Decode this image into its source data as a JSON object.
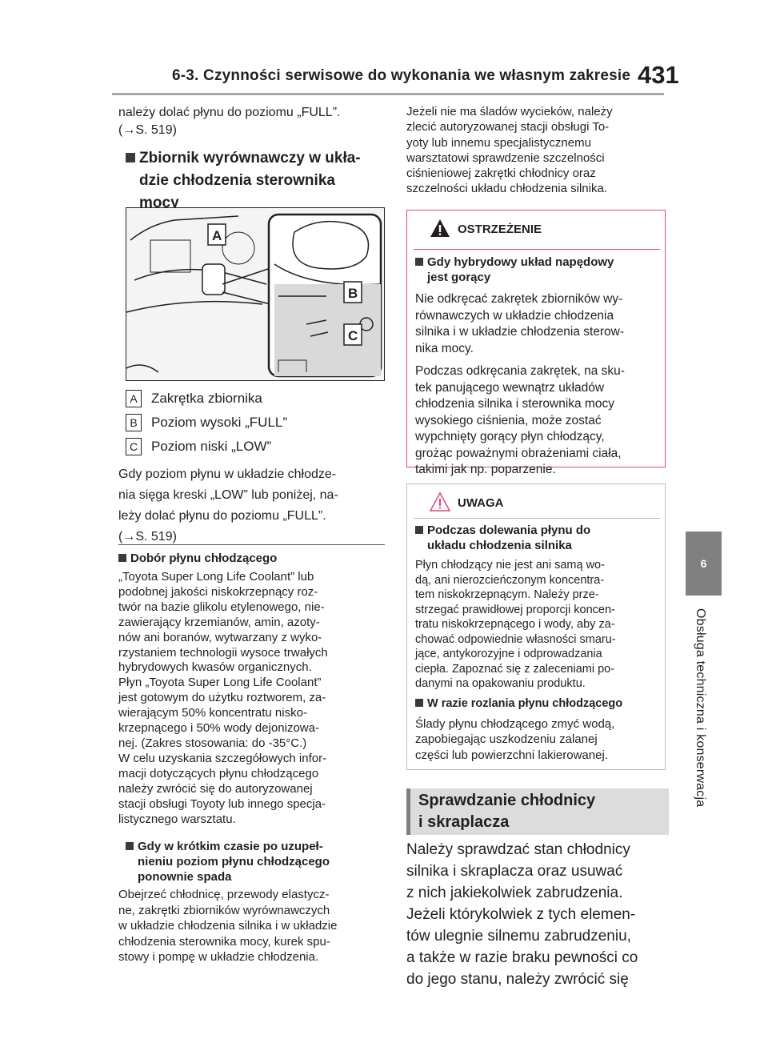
{
  "header": {
    "title": "6-3. Czynności serwisowe do wykonania we własnym zakresie",
    "page_number": "431"
  },
  "sidebar": {
    "tab_number": "6",
    "section": "Obsługa techniczna i konserwacja"
  },
  "left": {
    "intro_line1": "należy dolać płynu do poziomu „FULL”.",
    "intro_line2": "(→S. 519)",
    "section_title_l1": "Zbiornik wyrównawczy w ukła-",
    "section_title_l2": "dzie chłodzenia sterownika",
    "section_title_l3": "mocy",
    "legend": [
      {
        "label": "A",
        "text": "Zakrętka zbiornika"
      },
      {
        "label": "B",
        "text": "Poziom wysoki „FULL”"
      },
      {
        "label": "C",
        "text": "Poziom niski „LOW”"
      }
    ],
    "info_l1": "Gdy poziom płynu w układzie chłodze-",
    "info_l2": "nia sięga kreski „LOW” lub poniżej, na-",
    "info_l3": "leży dolać płynu do poziomu „FULL”.",
    "info_l4": "(→S. 519)",
    "coolant_title": "Dobór płynu chłodzącego",
    "coolant_lines": [
      "„Toyota Super Long Life Coolant” lub",
      "podobnej jakości niskokrzepnący roz-",
      "twór na bazie glikolu etylenowego, nie-",
      "zawierający krzemianów, amin, azoty-",
      "nów ani boranów, wytwarzany z wyko-",
      "rzystaniem technologii wysoce trwałych",
      "hybrydowych kwasów organicznych.",
      "Płyn „Toyota Super Long Life Coolant”",
      "jest gotowym do użytku roztworem, za-",
      "wierającym 50% koncentratu nisko-",
      "krzepnącego i 50% wody dejonizowa-",
      "nej. (Zakres stosowania: do -35°C.)",
      "W celu uzyskania szczegółowych infor-",
      "macji dotyczących płynu chłodzącego",
      "należy zwrócić się do autoryzowanej",
      "stacji obsługi Toyoty lub innego specja-",
      "listycznego warsztatu."
    ],
    "drop_title_l1": "Gdy w krótkim czasie po uzupeł-",
    "drop_title_l2": "nieniu poziom płynu chłodzącego",
    "drop_title_l3": "ponownie spada",
    "drop_lines": [
      "Obejrzeć chłodnicę, przewody elastycz-",
      "ne, zakrętki zbiorników wyrównawczych",
      "w układzie chłodzenia silnika i w układzie",
      "chłodzenia sterownika mocy, kurek spu-",
      "stowy i pompę w układzie chłodzenia."
    ]
  },
  "right": {
    "top_lines": [
      "Jeżeli nie ma śladów wycieków, należy",
      "zlecić autoryzowanej stacji obsługi To-",
      "yoty lub innemu specjalistycznemu",
      "warsztatowi sprawdzenie szczelności",
      "ciśnieniowej zakrętki chłodnicy oraz",
      "szczelności układu chłodzenia silnika."
    ],
    "warning": {
      "title": "OSTRZEŻENIE",
      "sub_l1": "Gdy hybrydowy układ napędowy",
      "sub_l2": "jest gorący",
      "p1": [
        "Nie odkręcać zakrętek zbiorników wy-",
        "równawczych w układzie chłodzenia",
        "silnika i w układzie chłodzenia sterow-",
        "nika mocy."
      ],
      "p2": [
        "Podczas odkręcania zakrętek, na sku-",
        "tek panującego wewnątrz układów",
        "chłodzenia silnika i sterownika mocy",
        "wysokiego ciśnienia, może zostać",
        "wypchnięty gorący płyn chłodzący,",
        "grożąc poważnymi obrażeniami ciała,",
        "takimi jak np. poparzenie."
      ]
    },
    "notice": {
      "title": "UWAGA",
      "sub_l1": "Podczas dolewania płynu do",
      "sub_l2": "układu chłodzenia silnika",
      "p1": [
        "Płyn chłodzący nie jest ani samą wo-",
        "dą, ani nierozcieńczonym koncentra-",
        "tem niskokrzepnącym. Należy prze-",
        "strzegać prawidłowej proporcji koncen-",
        "tratu niskokrzepnącego i wody, aby za-",
        "chować odpowiednie własności smaru-",
        "jące, antykorozyjne i odprowadzania",
        "ciepła. Zapoznać się z zaleceniami po-",
        "danymi na opakowaniu produktu."
      ],
      "sub2": "W razie rozlania płynu chłodzącego",
      "p2": [
        "Ślady płynu chłodzącego zmyć wodą,",
        "zapobiegając uszkodzeniu zalanej",
        "części lub powierzchni lakierowanej."
      ]
    },
    "section_l1": "Sprawdzanie chłodnicy",
    "section_l2": "i skraplacza",
    "body_lines": [
      "Należy sprawdzać stan chłodnicy",
      "silnika i skraplacza oraz usuwać",
      "z nich jakiekolwiek zabrudzenia.",
      "Jeżeli którykolwiek z tych elemen-",
      "tów ulegnie silnemu zabrudzeniu,",
      "a także w razie braku pewności co",
      "do jego stanu, należy zwrócić się"
    ]
  },
  "figure_labels": {
    "a": "A",
    "b": "B",
    "c": "C"
  }
}
